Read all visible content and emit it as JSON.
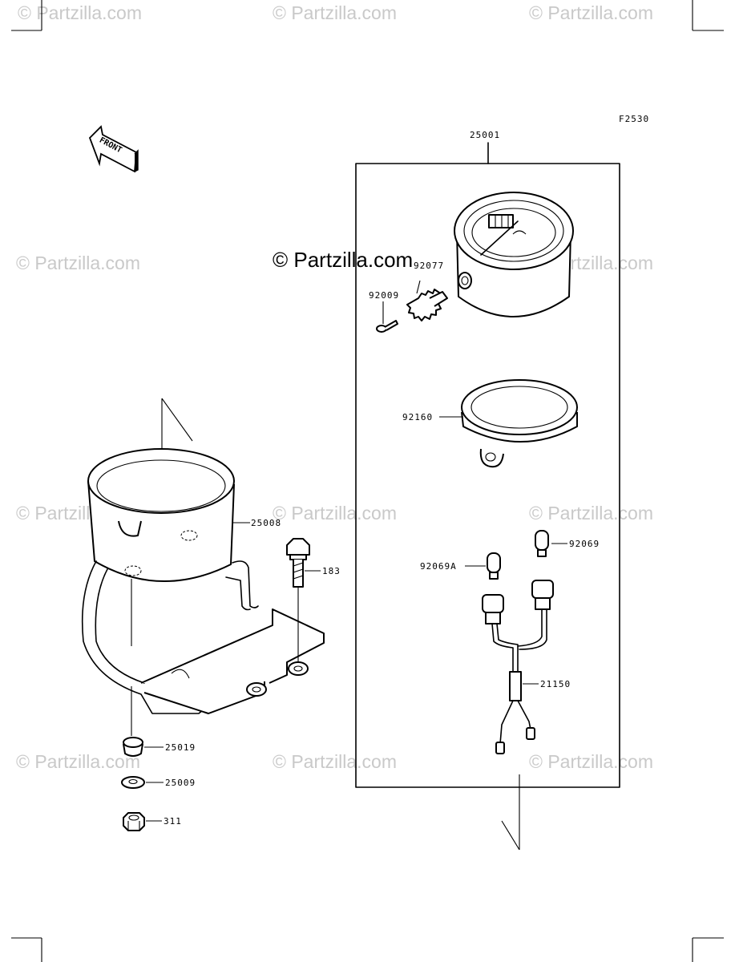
{
  "figure_code": "F2530",
  "front_label": "FRONT",
  "watermark": "© Partzilla.com",
  "parts": {
    "p25001": "25001",
    "p92077": "92077",
    "p92009": "92009",
    "p92160": "92160",
    "p25008": "25008",
    "p183": "183",
    "p92069": "92069",
    "p92069a": "92069A",
    "p21150": "21150",
    "p25019": "25019",
    "p25009": "25009",
    "p311": "311"
  }
}
